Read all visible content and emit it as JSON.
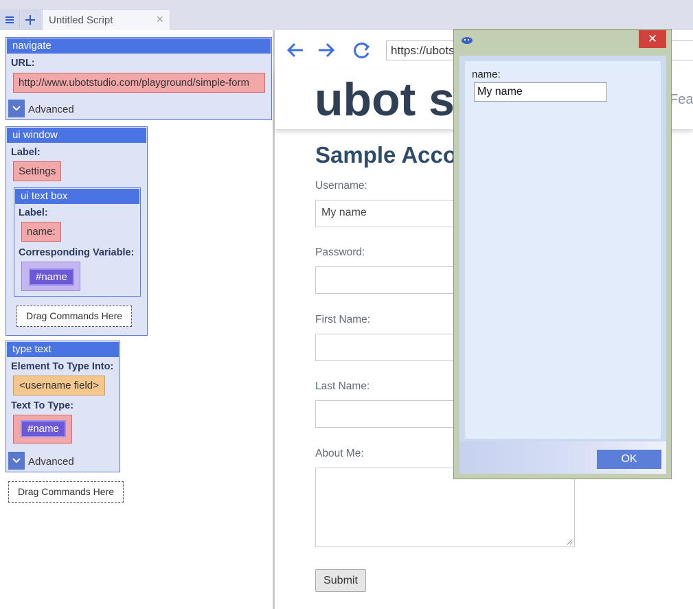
{
  "tabbar": {
    "menu_icon": "menu-icon",
    "add_icon": "plus-icon",
    "tab_title": "Untitled Script",
    "close_glyph": "×"
  },
  "script": {
    "navigate": {
      "title": "navigate",
      "url_label": "URL:",
      "url_value": "http://www.ubotstudio.com/playground/simple-form",
      "advanced_label": "Advanced"
    },
    "ui_window": {
      "title": "ui window",
      "label_label": "Label:",
      "label_value": "Settings",
      "textbox": {
        "title": "ui text box",
        "label_label": "Label:",
        "label_value": "name:",
        "var_label": "Corresponding Variable:",
        "var_value": "#name"
      },
      "drop_text": "Drag Commands Here"
    },
    "type_text": {
      "title": "type text",
      "element_label": "Element To Type Into:",
      "element_value": "<username field>",
      "text_label": "Text To Type:",
      "text_value": "#name",
      "advanced_label": "Advanced"
    },
    "drop_text": "Drag Commands Here"
  },
  "browser": {
    "url": "https://ubotstudio.com/playground/simple-form/",
    "logo_text": "ubot s",
    "nav_partial": "Feat",
    "form": {
      "title": "Sample Acco",
      "username_label": "Username:",
      "username_value": "My name",
      "password_label": "Password:",
      "firstname_label": "First Name:",
      "lastname_label": "Last Name:",
      "about_label": "About Me:",
      "submit_label": "Submit"
    }
  },
  "dialog": {
    "close_glyph": "✕",
    "field_label": "name:",
    "field_value": "My name",
    "ok_label": "OK"
  },
  "colors": {
    "accent": "#4a73e3",
    "close_red": "#d2403b",
    "logo": "#2f4055"
  }
}
